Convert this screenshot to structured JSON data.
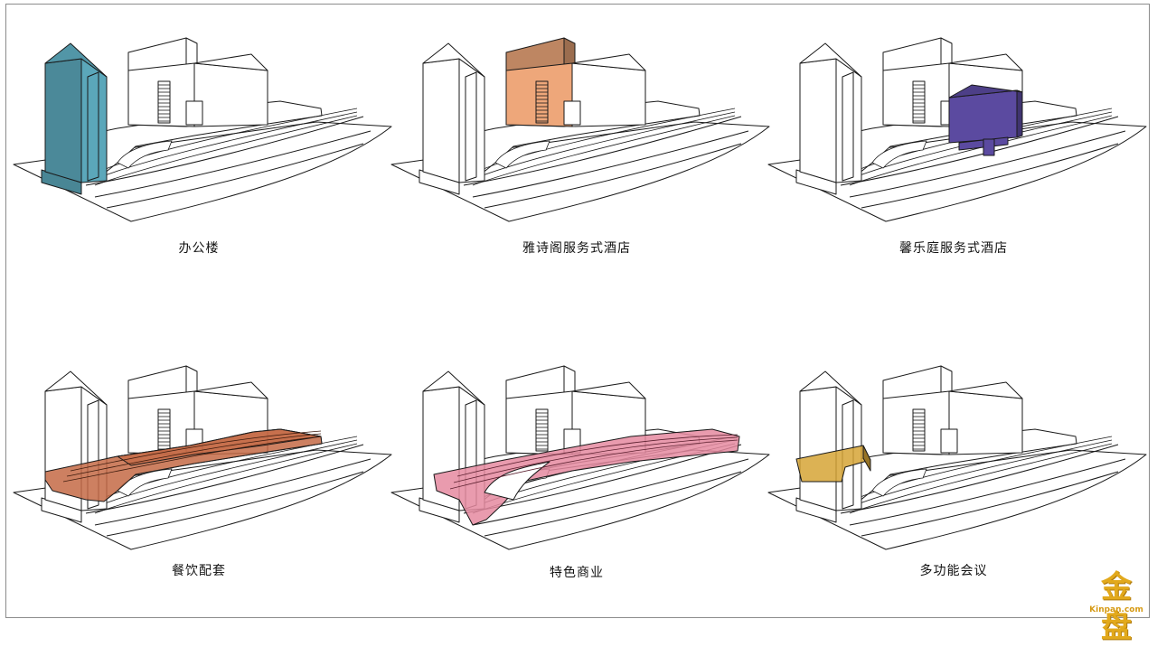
{
  "panels": [
    {
      "id": "office",
      "label": "办公楼",
      "color": "#5ba7ba",
      "highlight": "tower"
    },
    {
      "id": "yashige",
      "label": "雅诗阁服务式酒店",
      "color": "#eea77a",
      "highlight": "midrise"
    },
    {
      "id": "xinleting",
      "label": "馨乐庭服务式酒店",
      "color": "#5b4aa0",
      "highlight": "cube"
    },
    {
      "id": "dining",
      "label": "餐饮配套",
      "color": "#c46a45",
      "highlight": "podium"
    },
    {
      "id": "retail",
      "label": "特色商业",
      "color": "#e58aa0",
      "highlight": "retail"
    },
    {
      "id": "conference",
      "label": "多功能会议",
      "color": "#d6a436",
      "highlight": "conference"
    }
  ],
  "logo": {
    "mark": "金盘",
    "url": "Kinpan.com",
    "color": "#e2a91c"
  }
}
